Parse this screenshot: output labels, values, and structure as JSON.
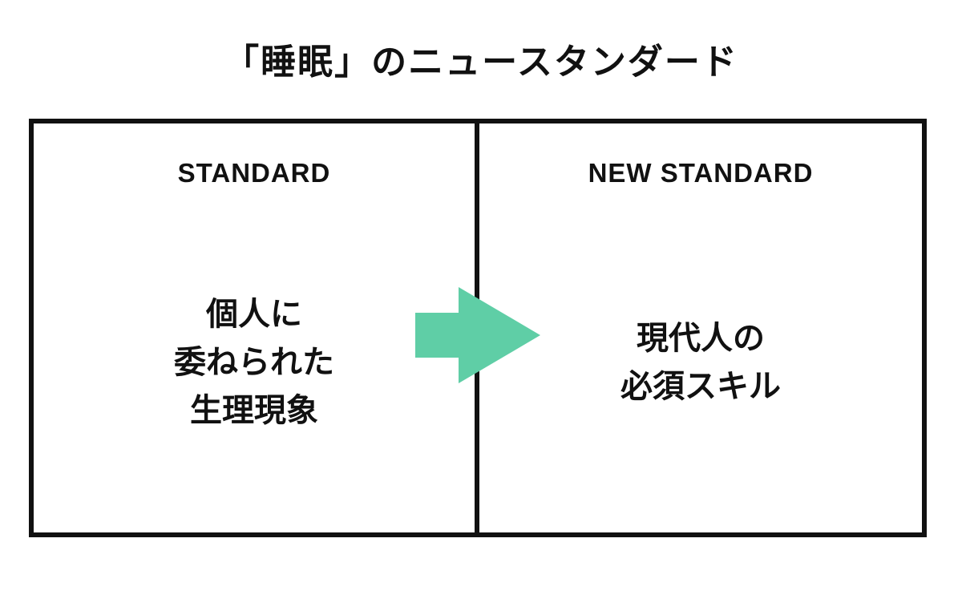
{
  "title": "「睡眠」のニュースタンダード",
  "left_panel": {
    "heading": "STANDARD",
    "lines": [
      "個人に",
      "委ねられた",
      "生理現象"
    ]
  },
  "right_panel": {
    "heading": "NEW STANDARD",
    "lines": [
      "現代人の",
      "必須スキル"
    ]
  },
  "arrow": {
    "icon": "right-arrow-icon",
    "color": "#5fcea6"
  },
  "colors": {
    "border": "#111111",
    "background": "#ffffff"
  }
}
